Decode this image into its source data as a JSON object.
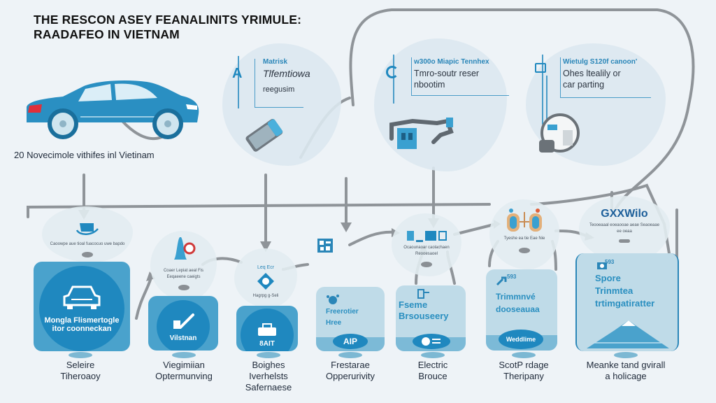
{
  "title": {
    "line1": "THE RESCON ASEY FEANALINITS YRIMULE:",
    "line2": "RAADAFEO IN VIETNAM"
  },
  "hero": {
    "icon": "car-icon",
    "caption": "20 Novecimole vithifes inl Vietinam"
  },
  "callouts": [
    {
      "icon": "letter-a-icon",
      "icon_glyph": "A",
      "heading": "Matrisk",
      "body_line1": "Tlfemtiowa",
      "body_line2": "reegusim",
      "image": "battery-module-icon"
    },
    {
      "icon": "refresh-icon",
      "heading": "w300o Miapic Tennhex",
      "body_line1": "Tmro-soutr reser",
      "body_line2": "nbootim",
      "image": "robotic-arm-icon"
    },
    {
      "icon": "charger-icon",
      "heading": "Wietulg S120f canoon'",
      "body_line1": "Ohes ltealily or",
      "body_line2": "car parting",
      "image": "steering-wheel-icon"
    }
  ],
  "nodes": [
    {
      "icon": "cup-icon",
      "text": "Caoowpe aue tioal fuacocuo uwe bapdo"
    },
    {
      "icon": "bell-icon",
      "text": "Coaer Lepiat aeal Fis Eeqaeene caeigts"
    },
    {
      "icon": "shield-icon",
      "label_top": "Leq Ecr",
      "text": "Hagrpg g-Seli"
    },
    {
      "icon": "qr-icon",
      "text": ""
    },
    {
      "icon": "lab-icon",
      "text": "Ocaounaoar caolachaen Reooesaoel"
    },
    {
      "icon": "tanks-icon",
      "text": "Tyeshe ea tie Eae Nie"
    },
    {
      "icon": "brand-logo",
      "brand": "GXXWilo",
      "text": "Teooeaaal eoeaooae aeae Seaoeaae ee oeaa"
    }
  ],
  "cards": [
    {
      "style": "dark",
      "icon": "car-front-icon",
      "text_line1": "Mongla Flismertogle",
      "text_line2": "itor coonneckan"
    },
    {
      "style": "dark",
      "icon": "brush-icon",
      "text_line1": "Vilstnan"
    },
    {
      "style": "dark",
      "icon": "toolbox-icon",
      "text_line1": "8AIT"
    },
    {
      "style": "light",
      "icon": "splash-icon",
      "text_line1": "Freerotier",
      "text_line2": "Hree",
      "badge": "AIP"
    },
    {
      "style": "light",
      "icon": "ev-charger-icon",
      "text_line1": "Fseme",
      "text_line2": "Brsouseery",
      "badge_icon": "globe-icon"
    },
    {
      "style": "light",
      "icon": "wrench-icon",
      "tag": "593",
      "text_line1": "Trimmnvé",
      "text_line2": "dooseauaa",
      "badge": "Weddlime"
    },
    {
      "style": "light",
      "icon": "camera-icon",
      "tag": "593",
      "text_line1": "Spore",
      "text_line2": "Trinmtea",
      "text_line3": "trtimgatiratter",
      "image": "mountain-icon"
    }
  ],
  "bottom_labels": [
    {
      "line1": "Seleire",
      "line2": "Tiheroaoy"
    },
    {
      "line1": "Viegimiian",
      "line2": "Optermunving"
    },
    {
      "line1": "Boighes",
      "line2": "Iverhelsts",
      "line3": "Safernaese"
    },
    {
      "line1": "Frestarae",
      "line2": "Opperurivity"
    },
    {
      "line1": "Electric",
      "line2": "Brouce"
    },
    {
      "line1": "ScotP rdage",
      "line2": "Theripany"
    },
    {
      "line1": "Meanke tand gvirall",
      "line2": "a holicage"
    }
  ],
  "colors": {
    "background": "#eef3f7",
    "accent_blue": "#1f88bf",
    "card_dark": "#4aa2cc",
    "card_light": "#bfdbe8",
    "connector_gray": "#8f9499",
    "car_body": "#2a8fc2",
    "tail_light": "#e0303a"
  }
}
